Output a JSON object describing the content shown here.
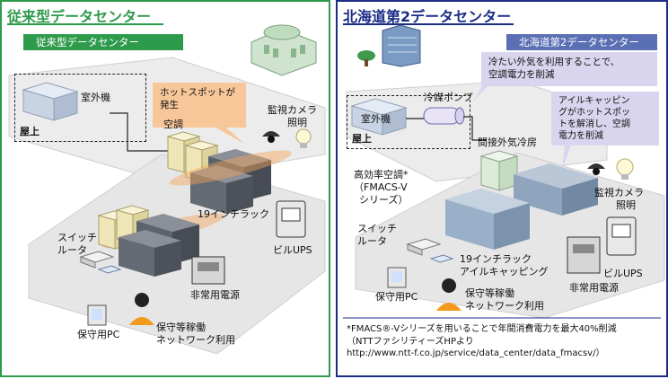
{
  "left": {
    "title": "従来型データセンター",
    "header": "従来型データセンター",
    "outdoor_unit": "室外機",
    "rooftop": "屋上",
    "hotspot": [
      "ホットスポットが",
      "発生"
    ],
    "aircon": "空調",
    "camera_lighting": [
      "監視カメラ",
      "照明"
    ],
    "rack": "19インチラック",
    "switch_router": [
      "スイッチ",
      "ルータ"
    ],
    "building_ups": "ビルUPS",
    "emergency_power": "非常用電源",
    "maintenance_pc": "保守用PC",
    "maintenance_network": [
      "保守等稼働",
      "ネットワーク利用"
    ]
  },
  "right": {
    "title": "北海道第2データセンター",
    "header": "北海道第2データセンター",
    "outdoor_air": [
      "冷たい外気を利用することで、",
      "空調電力を削減"
    ],
    "coolant_pump": "冷媒ポンプ",
    "outdoor_unit": "室外機",
    "rooftop": "屋上",
    "indirect_cooling": "間接外気冷房",
    "aisle_capping_note": [
      "アイルキャッピン",
      "グがホットスポッ",
      "トを解消し、空調",
      "電力を削減"
    ],
    "high_eff_aircon": [
      "高効率空調*",
      "（FMACS-V",
      "シリーズ）"
    ],
    "camera_lighting": [
      "監視カメラ",
      "照明"
    ],
    "switch_router": [
      "スイッチ",
      "ルータ"
    ],
    "rack_capping": [
      "19インチラック",
      "アイルキャッピング"
    ],
    "building_ups": "ビルUPS",
    "emergency_power": "非常用電源",
    "maintenance_pc": "保守用PC",
    "maintenance_network": [
      "保守等稼働",
      "ネットワーク利用"
    ],
    "footnote": [
      "*FMACS®-Vシリーズを用いることで年間消費電力を最大40%削減",
      "（NTTファシリティーズHPより",
      "http://www.ntt-f.co.jp/service/data_center/data_fmacsv/）"
    ]
  },
  "colors": {
    "green": "#2e9a4b",
    "navy": "#1b2d85",
    "header_blue": "#5b6fb5",
    "callout_orange": "#f7c79a",
    "callout_lavender": "#d9d5ee",
    "floor": "#ececec"
  }
}
